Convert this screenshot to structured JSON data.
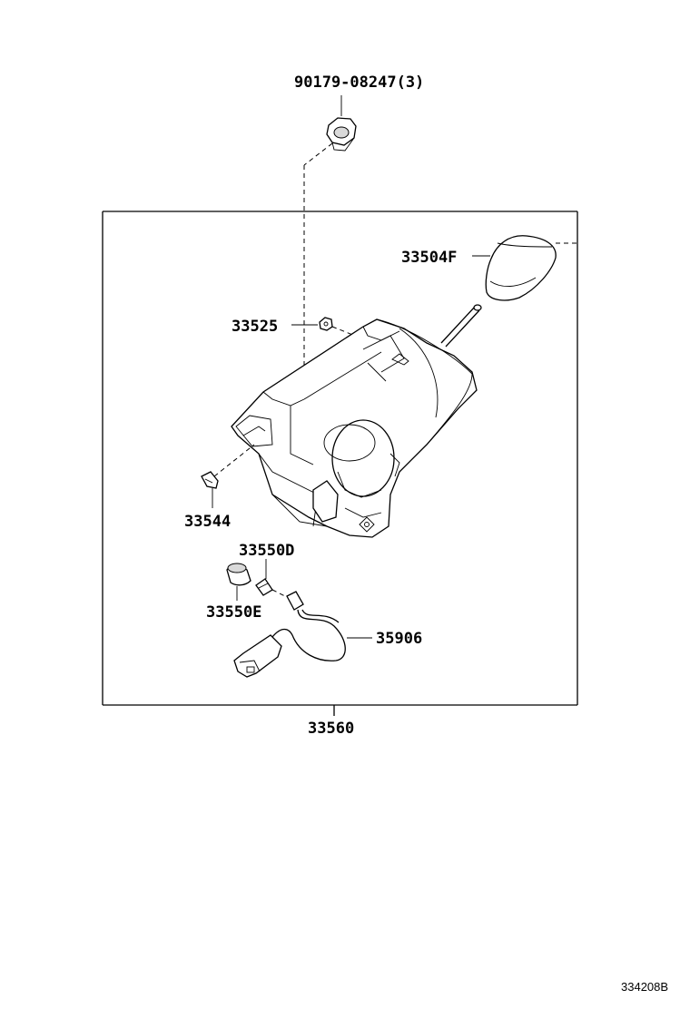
{
  "labels": {
    "p90179": "90179-08247(3)",
    "p33504F": "33504F",
    "p33525": "33525",
    "p33544": "33544",
    "p33550D": "33550D",
    "p33550E": "33550E",
    "p35906": "35906",
    "p33560": "33560"
  },
  "reference_code": "334208B"
}
